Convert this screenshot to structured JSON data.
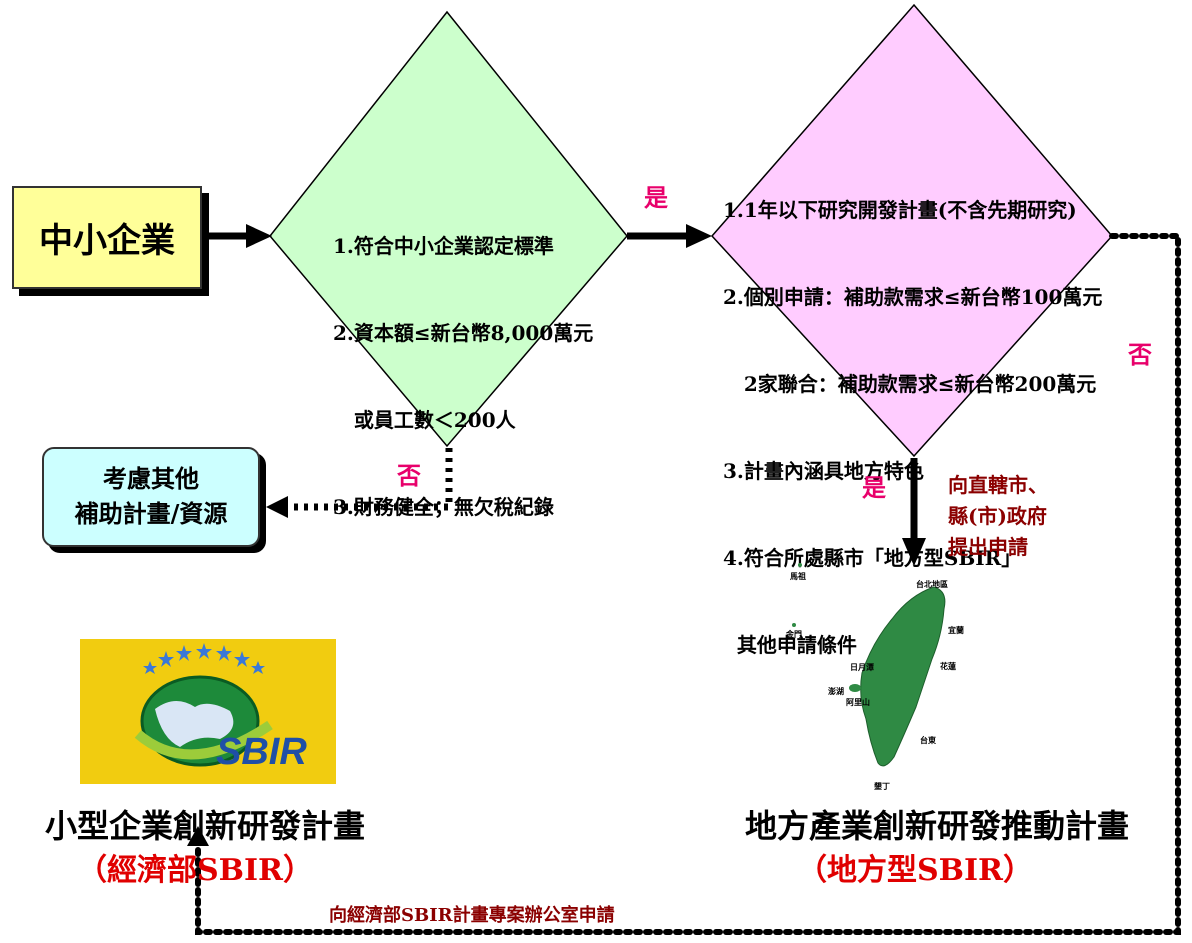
{
  "start_box": {
    "label": "中小企業"
  },
  "criteria1": {
    "lines": [
      "1.符合中小企業認定標準",
      "2.資本額≤新台幣8,000萬元",
      "   或員工數＜200人",
      "3.財務健全；無欠稅紀錄"
    ]
  },
  "criteria2": {
    "lines": [
      "1.1年以下研究開發計畫(不含先期研究)",
      "2.個別申請：補助款需求≤新台幣100萬元",
      "   2家聯合：補助款需求≤新台幣200萬元",
      "3.計畫內涵具地方特色",
      "4.符合所處縣市「地方型SBIR」",
      "  其他申請條件"
    ]
  },
  "labels": {
    "yes_top": "是",
    "yes_down": "是",
    "no_left": "否",
    "no_right": "否",
    "apply_local": [
      "向直轄市、",
      "縣(市)政府",
      "提出申請"
    ],
    "apply_moea": "向經濟部SBIR計畫專案辦公室申請"
  },
  "other_box": {
    "lines": [
      "考慮其他",
      "補助計畫/資源"
    ]
  },
  "sbir_national": {
    "title": "小型企業創新研發計畫",
    "subtitle": "（經濟部SBIR）",
    "logo_text": "SBIR"
  },
  "sbir_local": {
    "title": "地方產業創新研發推動計畫",
    "subtitle": "（地方型SBIR）"
  },
  "map_labels": [
    "馬祖",
    "金門",
    "台北地區",
    "日月潭",
    "花蓮",
    "澎湖",
    "台東",
    "墾丁",
    "阿里山",
    "宜蘭"
  ],
  "colors": {
    "diamond1_fill": "#ccffcc",
    "diamond2_fill": "#ffccff",
    "start_fill": "#ffff99",
    "other_fill": "#ccffff",
    "label_pink": "#e8006b",
    "label_maroon": "#8b0000",
    "subtitle_red": "#e00000",
    "logo_yellow": "#f1cc10"
  }
}
